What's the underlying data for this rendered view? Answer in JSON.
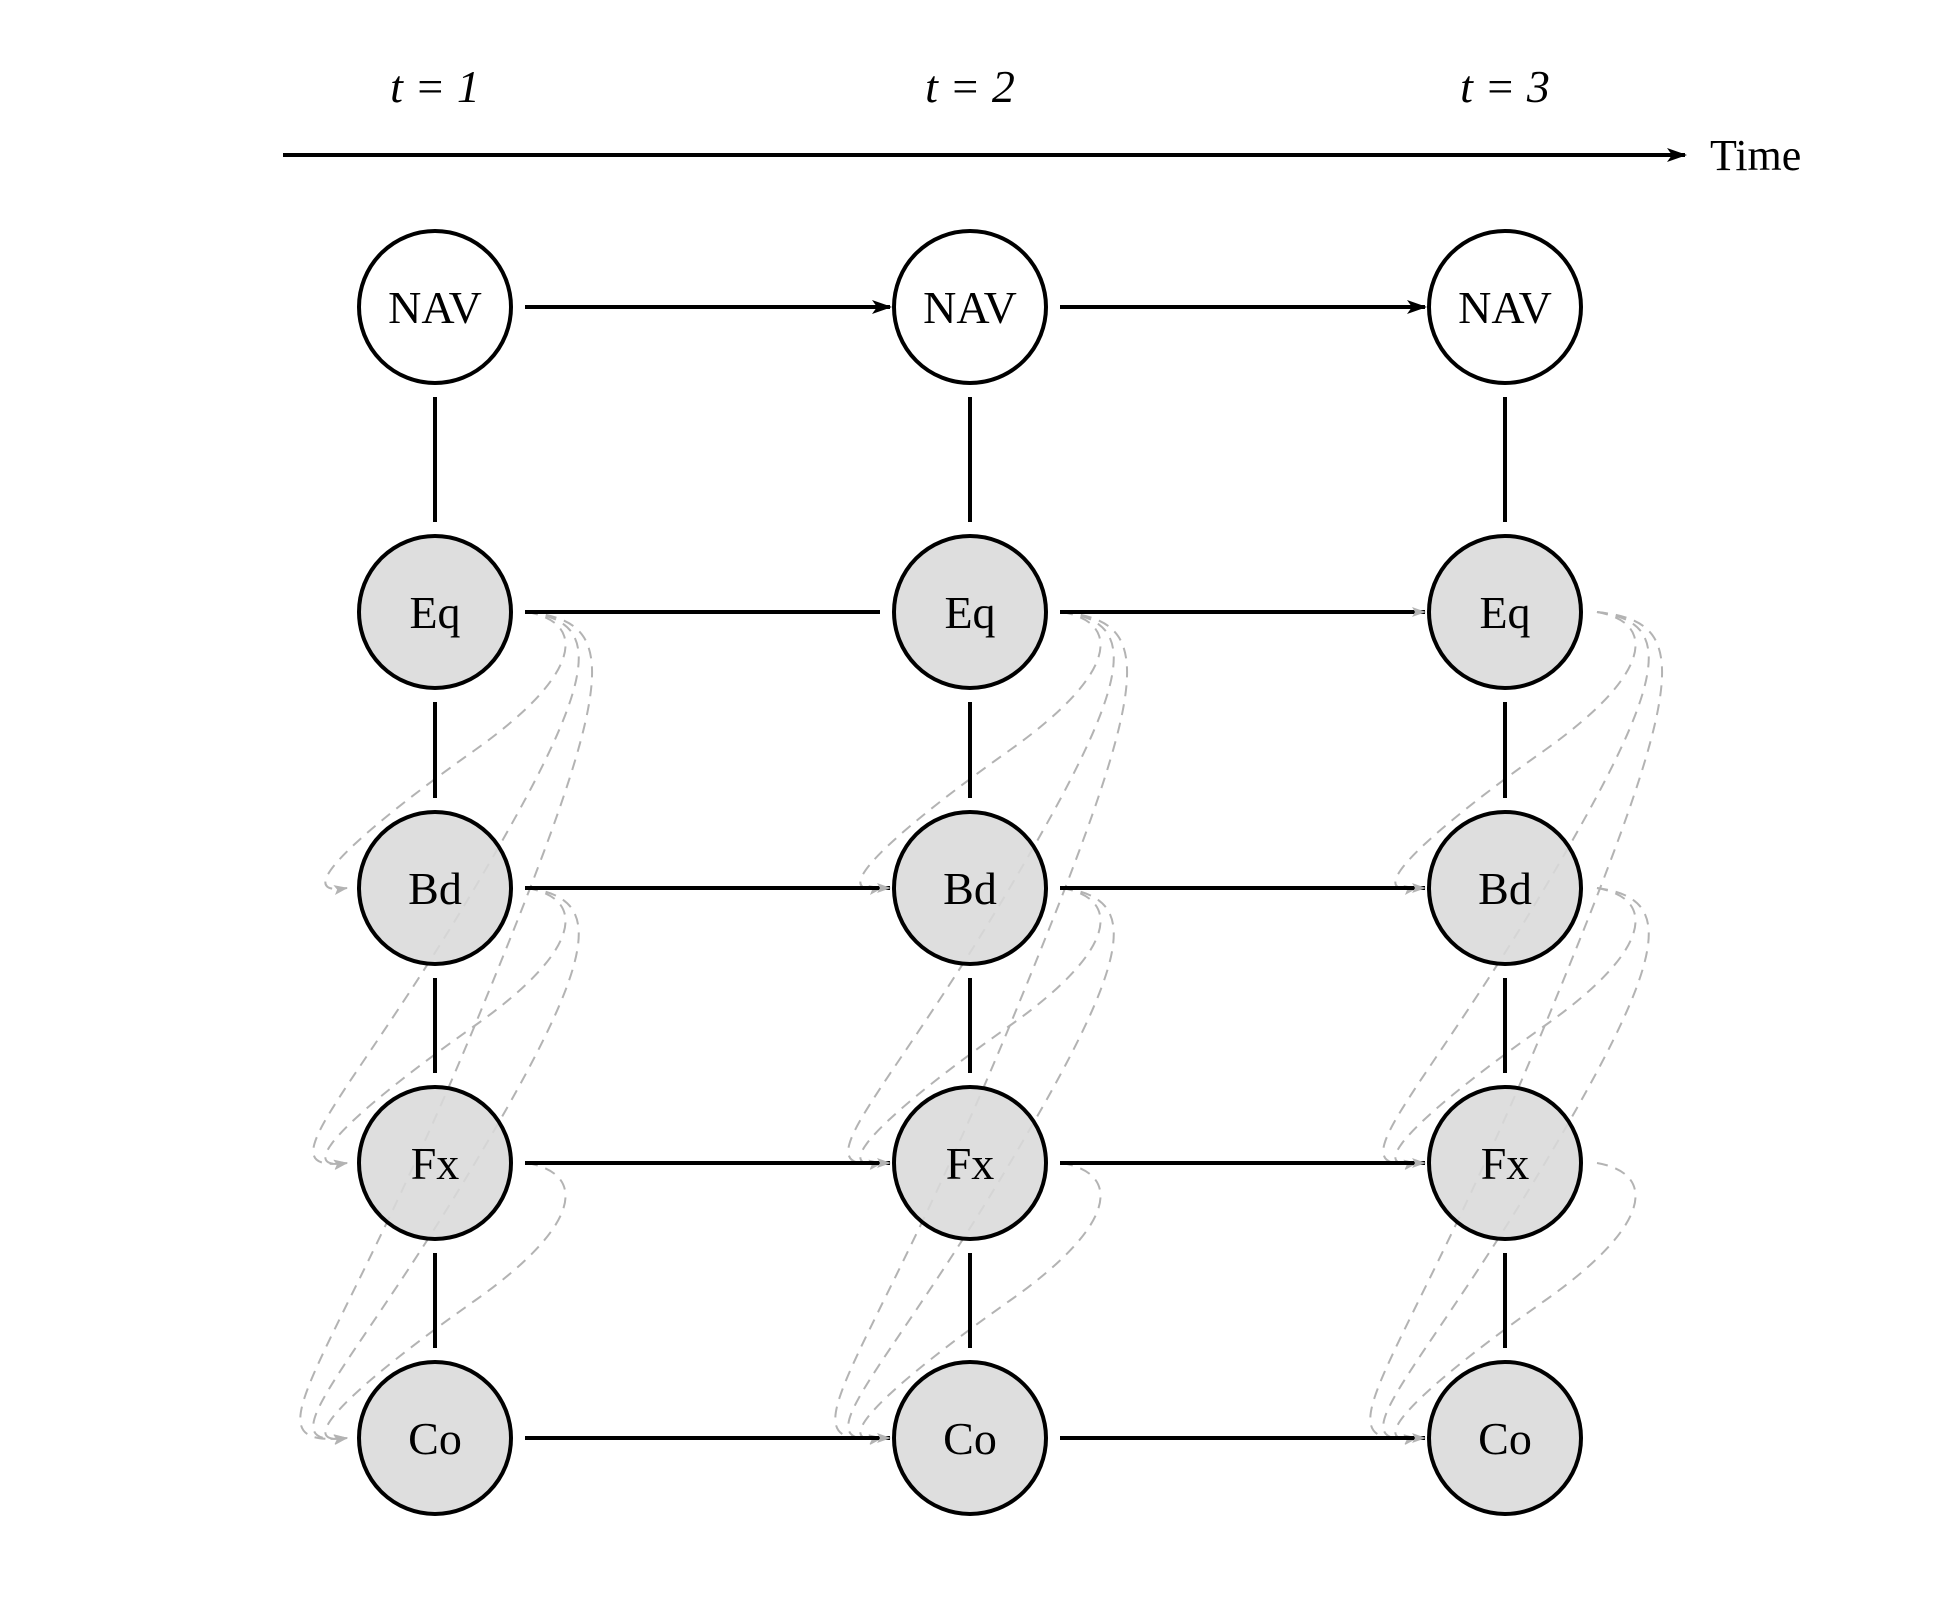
{
  "time_labels": [
    "t = 1",
    "t = 2",
    "t = 3"
  ],
  "axis_label": "Time",
  "node_labels": [
    "NAV",
    "Eq",
    "Bd",
    "Fx",
    "Co"
  ],
  "colors": {
    "node_fill_top": "#ffffff",
    "node_fill": "#d9d9d9",
    "edge": "#000000",
    "dashed": "#b3b3b3"
  },
  "edges": {
    "top_row_arrows": true,
    "lower_row_style": "line into first column, arrows afterwards",
    "vertical_links": "undirected"
  }
}
